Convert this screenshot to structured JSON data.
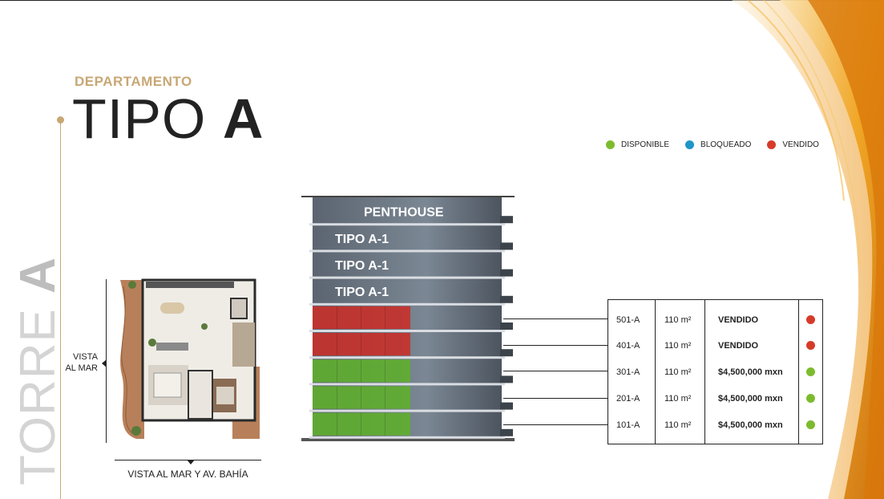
{
  "header": {
    "subtitle": "DEPARTAMENTO",
    "title_light": "TIPO",
    "title_bold": "A"
  },
  "side_label": {
    "light": "TORRE",
    "bold": "A"
  },
  "legend": [
    {
      "label": "DISPONIBLE",
      "color": "#7dbb2e"
    },
    {
      "label": "BLOQUEADO",
      "color": "#1e96c8"
    },
    {
      "label": "VENDIDO",
      "color": "#d63b2a"
    }
  ],
  "floor_plan": {
    "view_side": "VISTA\nAL MAR",
    "view_bottom": "VISTA AL MAR Y AV. BAHÍA"
  },
  "building": {
    "floors": [
      {
        "label": "PENTHOUSE",
        "status": "none"
      },
      {
        "label": "TIPO A-1",
        "status": "none"
      },
      {
        "label": "TIPO A-1",
        "status": "none"
      },
      {
        "label": "TIPO A-1",
        "status": "none"
      },
      {
        "label": "",
        "status": "sold"
      },
      {
        "label": "",
        "status": "sold"
      },
      {
        "label": "",
        "status": "available"
      },
      {
        "label": "",
        "status": "available"
      },
      {
        "label": "",
        "status": "available"
      }
    ]
  },
  "units": [
    {
      "unit": "501-A",
      "area": "110 m²",
      "price": "VENDIDO",
      "status_color": "#d63b2a"
    },
    {
      "unit": "401-A",
      "area": "110 m²",
      "price": "VENDIDO",
      "status_color": "#d63b2a"
    },
    {
      "unit": "301-A",
      "area": "110 m²",
      "price": "$4,500,000 mxn",
      "status_color": "#7dbb2e"
    },
    {
      "unit": "201-A",
      "area": "110 m²",
      "price": "$4,500,000 mxn",
      "status_color": "#7dbb2e"
    },
    {
      "unit": "101-A",
      "area": "110 m²",
      "price": "$4,500,000 mxn",
      "status_color": "#7dbb2e"
    }
  ],
  "colors": {
    "gold": "#c8a774",
    "sold_overlay": "#c8302a",
    "available_overlay": "#5fae2e"
  }
}
